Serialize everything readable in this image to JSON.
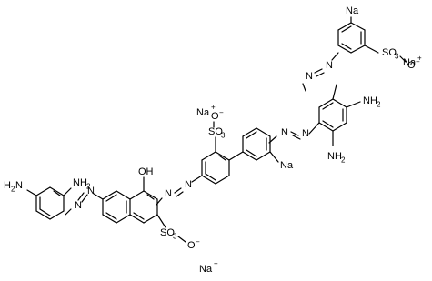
{
  "ink_color": "#000000",
  "background_color": "#ffffff",
  "labels": {
    "na_top": "Na",
    "na_ion_right": "Na",
    "na_ion_mid": "Na",
    "na_ring": "Na",
    "na_ion_bottom": "Na",
    "plus": "+",
    "so3_top": "SO",
    "so3_top_sub": "3",
    "o_minus_top": "O",
    "minus": "−",
    "so3_mid": "SO",
    "so3_mid_sub": "3",
    "o_minus_mid": "O",
    "so3_bottom": "SO",
    "so3_bottom_sub": "3",
    "o_minus_bottom": "O",
    "s_top": "S",
    "s_mid": "S",
    "s_bottom": "S",
    "o_label": "O",
    "nh2_a": "NH",
    "nh2_b": "NH",
    "nh2_c": "NH",
    "nh2_d": "H",
    "nh2_sub": "2",
    "oh": "OH",
    "n": "N"
  }
}
